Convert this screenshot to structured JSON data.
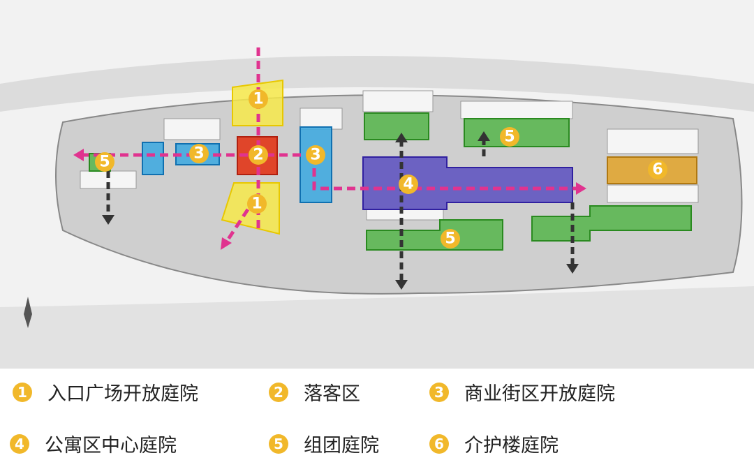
{
  "legend": [
    {
      "num": "1",
      "label": "入口广场开放庭院"
    },
    {
      "num": "2",
      "label": "落客区"
    },
    {
      "num": "3",
      "label": "商业街区开放庭院"
    },
    {
      "num": "4",
      "label": "公寓区中心庭院"
    },
    {
      "num": "5",
      "label": "组团庭院"
    },
    {
      "num": "6",
      "label": "介护楼庭院"
    }
  ],
  "colors": {
    "zone1": "#f7e94a",
    "zone2": "#e0452a",
    "zone3": "#3aa8e0",
    "zone4": "#5a4fc0",
    "zone5": "#55b54a",
    "zone6": "#e0a532",
    "flow": "#e0338f",
    "badge": "#f1b82a"
  }
}
